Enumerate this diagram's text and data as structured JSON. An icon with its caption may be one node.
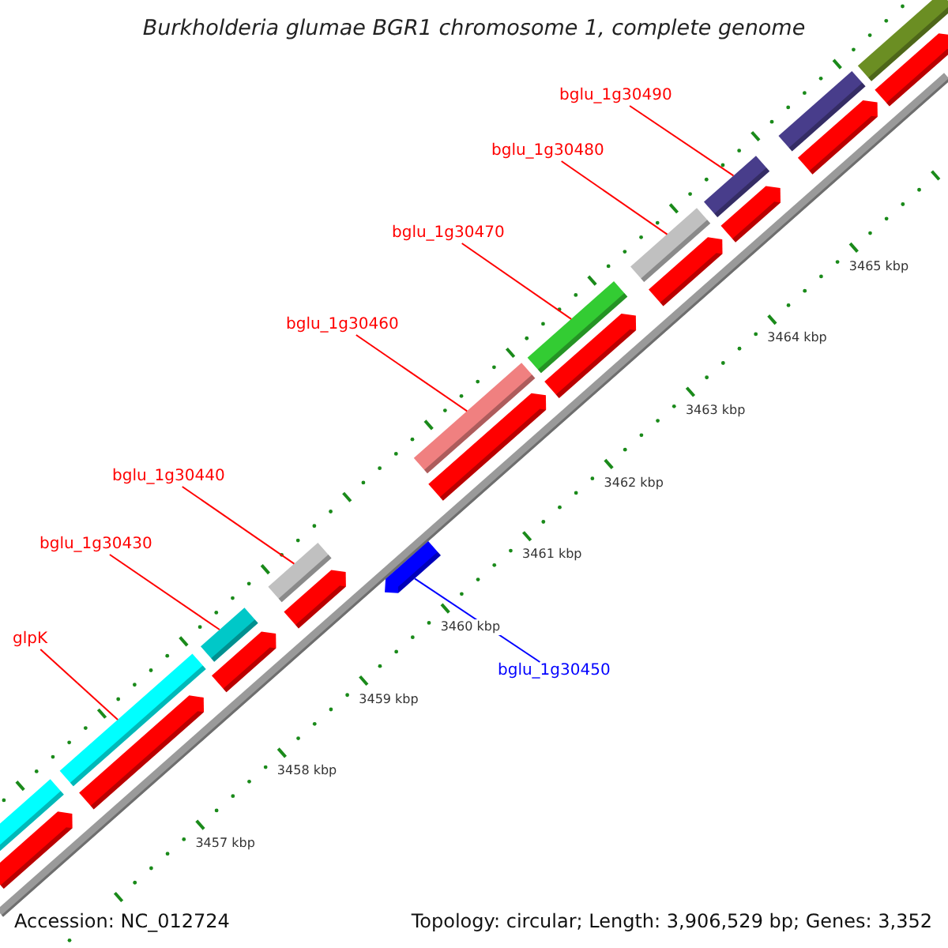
{
  "diagram": {
    "title": "Burkholderia glumae BGR1 chromosome 1, complete genome",
    "nodes": [
      {
        "text": [
          "glpK"
        ]
      },
      {
        "text": [
          "bglu_1g30430"
        ]
      },
      {
        "text": [
          "bglu_1g30440"
        ]
      },
      {
        "text": [
          "bglu_1g30460"
        ]
      },
      {
        "text": [
          "bglu_1g30470"
        ]
      },
      {
        "text": [
          "bglu_1g30480"
        ]
      },
      {
        "text": [
          "bglu_1g30490"
        ]
      },
      {
        "text": [
          "bglu_1g30450"
        ]
      },
      {
        "text": [],
        "shape": "bar"
      },
      {
        "text": [],
        "shape": "bar"
      },
      {
        "text": [],
        "shape": "bar"
      },
      {
        "text": [],
        "shape": "bar"
      },
      {
        "text": [],
        "shape": "bar"
      },
      {
        "text": [],
        "shape": "bar"
      },
      {
        "text": [],
        "shape": "bar"
      },
      {
        "text": [],
        "shape": "bar"
      },
      {
        "text": [],
        "shape": "bar"
      },
      {
        "text": [],
        "shape": "bar"
      },
      {
        "text": [],
        "shape": "arrow"
      },
      {
        "text": [],
        "shape": "arrow"
      },
      {
        "text": [],
        "shape": "arrow"
      },
      {
        "text": [],
        "shape": "arrow"
      },
      {
        "text": [],
        "shape": "arrow"
      },
      {
        "text": [],
        "shape": "arrow"
      },
      {
        "text": [],
        "shape": "arrow"
      },
      {
        "text": [],
        "shape": "arrow"
      },
      {
        "text": [],
        "shape": "arrow"
      },
      {
        "text": [],
        "shape": "arrow"
      },
      {
        "text": [],
        "shape": "arrow"
      }
    ],
    "edges": [
      {
        "from": 0,
        "to": 9,
        "arrow": "none"
      },
      {
        "from": 1,
        "to": 10,
        "arrow": "none"
      },
      {
        "from": 2,
        "to": 11,
        "arrow": "none"
      },
      {
        "from": 3,
        "to": 12,
        "arrow": "none"
      },
      {
        "from": 4,
        "to": 13,
        "arrow": "none"
      },
      {
        "from": 5,
        "to": 14,
        "arrow": "none"
      },
      {
        "from": 6,
        "to": 15,
        "arrow": "none"
      },
      {
        "from": 7,
        "to": 18,
        "arrow": "none",
        "color": "#0000ff"
      }
    ],
    "labels": [
      "3457 kbp",
      "3458 kbp",
      "3459 kbp",
      "3460 kbp",
      "3461 kbp",
      "3462 kbp",
      "3463 kbp",
      "3464 kbp",
      "3465 kbp",
      "Accession: NC_012724",
      "Topology: circular; Length: 3,906,529 bp; Genes: 3,352"
    ]
  }
}
